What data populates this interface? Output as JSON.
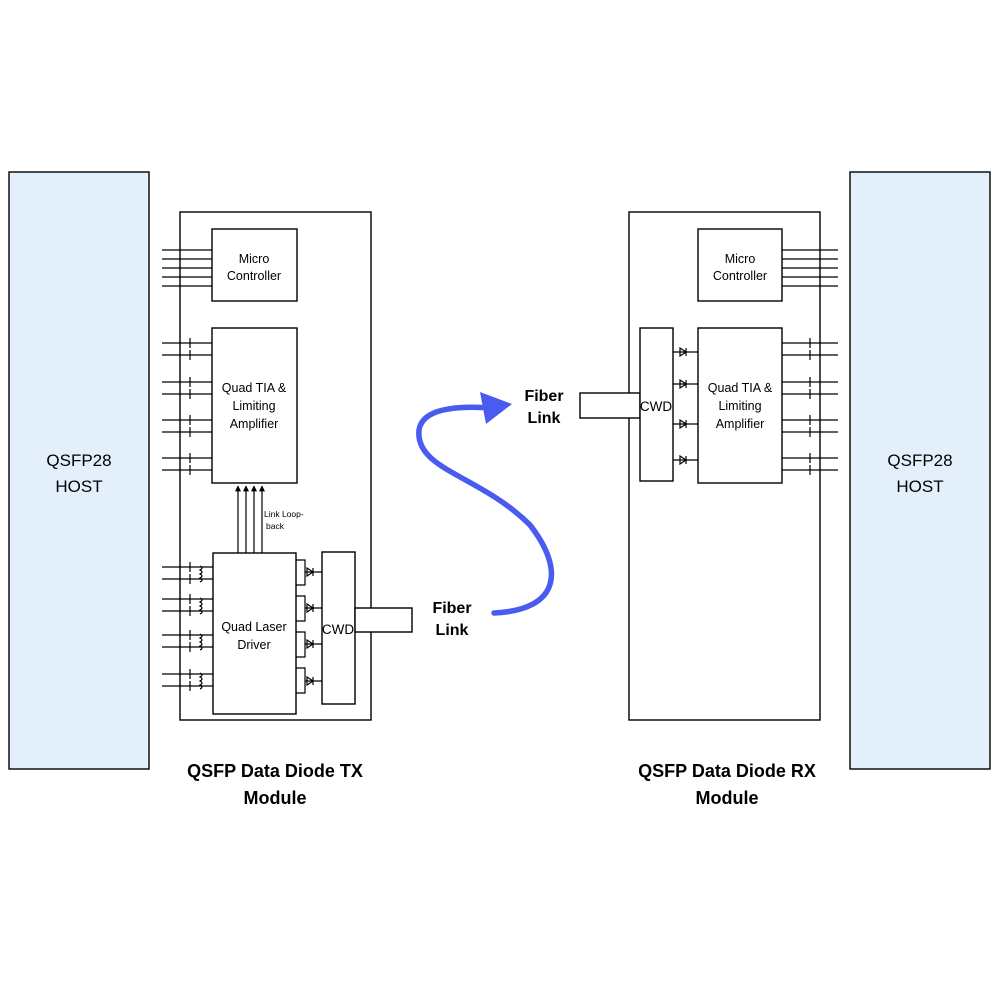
{
  "colors": {
    "host_fill": "#e3f0fb",
    "fiber_arrow": "#4a5cf0",
    "line": "#000000"
  },
  "hosts": {
    "left": [
      "QSFP28",
      "HOST"
    ],
    "right": [
      "QSFP28",
      "HOST"
    ]
  },
  "tx_module": {
    "caption": [
      "QSFP Data Diode TX",
      "Module"
    ],
    "micro_controller": [
      "Micro",
      "Controller"
    ],
    "tia": [
      "Quad TIA &",
      "Limiting",
      "Amplifier"
    ],
    "laser_driver": [
      "Quad Laser",
      "Driver"
    ],
    "cwd": "CWD",
    "loopback_label": [
      "Link Loop-",
      "back"
    ]
  },
  "rx_module": {
    "caption": [
      "QSFP Data Diode RX",
      "Module"
    ],
    "micro_controller": [
      "Micro",
      "Controller"
    ],
    "tia": [
      "Quad TIA &",
      "Limiting",
      "Amplifier"
    ],
    "cwd": "CWD"
  },
  "fiber": {
    "lower_label": [
      "Fiber",
      "Link"
    ],
    "upper_label": [
      "Fiber",
      "Link"
    ]
  }
}
